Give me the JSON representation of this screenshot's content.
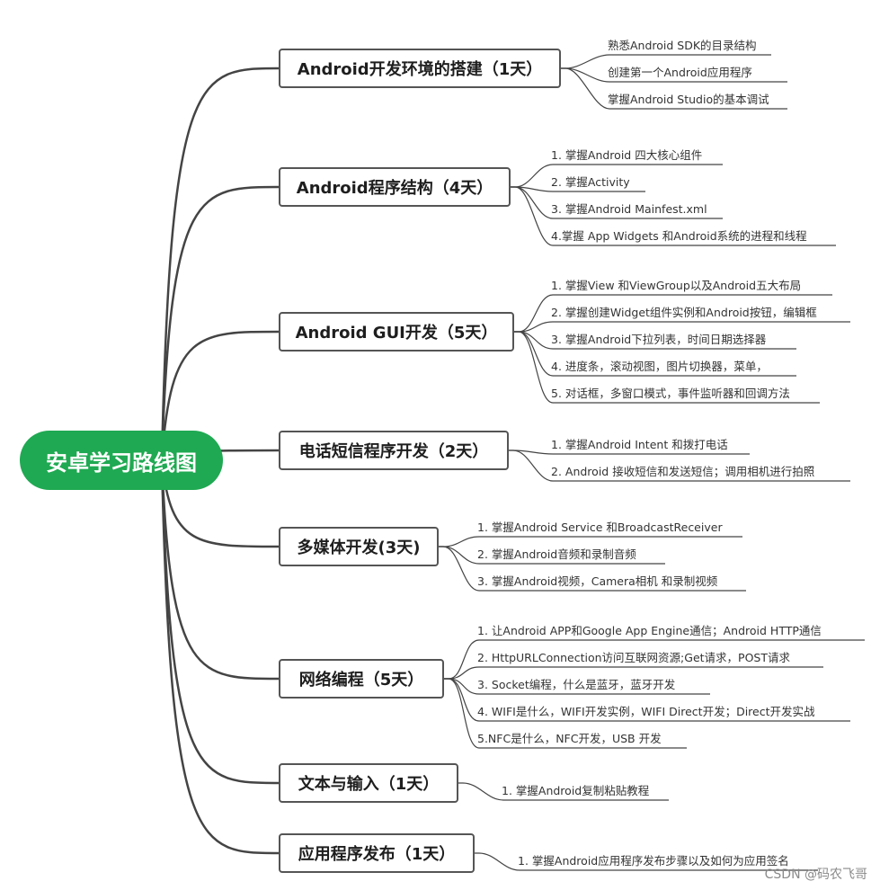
{
  "root": {
    "label": "安卓学习路线图"
  },
  "topics": [
    {
      "label": "Android开发环境的搭建（1天）",
      "items": [
        "熟悉Android  SDK的目录结构",
        "创建第一个Android应用程序",
        "掌握Android Studio的基本调试"
      ]
    },
    {
      "label": "Android程序结构（4天）",
      "items": [
        "1. 掌握Android 四大核心组件",
        "2. 掌握Activity",
        "3. 掌握Android Mainfest.xml",
        "4.掌握 App Widgets 和Android系统的进程和线程"
      ]
    },
    {
      "label": "Android GUI开发（5天）",
      "items": [
        "1. 掌握View 和ViewGroup以及Android五大布局",
        "2. 掌握创建Widget组件实例和Android按钮，编辑框",
        "3. 掌握Android下拉列表，时间日期选择器",
        "4. 进度条，滚动视图，图片切换器，菜单，",
        "5. 对话框，多窗口模式，事件监听器和回调方法"
      ]
    },
    {
      "label": "电话短信程序开发（2天）",
      "items": [
        "1. 掌握Android Intent 和拨打电话",
        "2. Android 接收短信和发送短信；调用相机进行拍照"
      ]
    },
    {
      "label": "多媒体开发(3天)",
      "items": [
        "1. 掌握Android Service 和BroadcastReceiver",
        "2. 掌握Android音频和录制音频",
        "3. 掌握Android视频，Camera相机 和录制视频"
      ]
    },
    {
      "label": "网络编程（5天）",
      "items": [
        "1. 让Android APP和Google App Engine通信；Android HTTP通信",
        "2. HttpURLConnection访问互联网资源;Get请求，POST请求",
        "3. Socket编程，什么是蓝牙，蓝牙开发",
        "4. WIFI是什么，WIFI开发实例，WIFI Direct开发；Direct开发实战",
        "5.NFC是什么，NFC开发，USB 开发"
      ]
    },
    {
      "label": "文本与输入（1天）",
      "items": [
        "1. 掌握Android复制粘贴教程"
      ]
    },
    {
      "label": "应用程序发布（1天）",
      "items": [
        "1. 掌握Android应用程序发布步骤以及如何为应用签名"
      ]
    }
  ],
  "watermark": "CSDN @码农飞哥",
  "colors": {
    "root": "#1fa952",
    "line": "#444444",
    "border": "#555555"
  }
}
